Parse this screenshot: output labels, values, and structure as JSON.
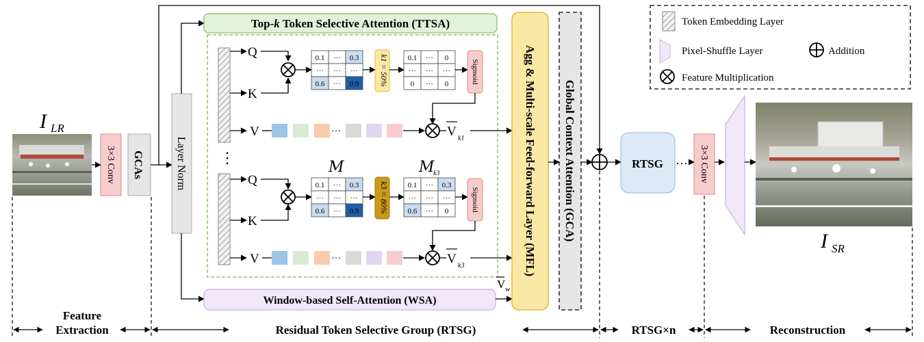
{
  "labels": {
    "lr_main": "I",
    "lr_sub": "LR",
    "sr_main": "I",
    "sr_sub": "SR",
    "conv": "3×3 Conv",
    "gcas": "GCAs",
    "layer_norm": "Layer Norm",
    "ttsa": "Top-k Token Selective Attention (TTSA)",
    "ttsa_prefix": "Top-",
    "ttsa_k": "k",
    "ttsa_rest": " Token Selective Attention (TTSA)",
    "wsa": "Window-based Self-Attention (WSA)",
    "mfl": "Agg & Multi-scale Feed-forward Layer (MFL)",
    "gca": "Global Context Attention (GCA)",
    "rtsg": "RTSG",
    "rtsg_dots": "···",
    "q": "Q",
    "k": "K",
    "v": "V",
    "vdots": "⋮",
    "sigmoid": "Sigmoid",
    "matrix_M": "M",
    "matrix_Mk3": "M",
    "matrix_Mk3_sub": "k3",
    "vbar": "V",
    "vbar_k1_sub": "k1",
    "vbar_k3_sub": "k3",
    "vbar_w_sub": "w"
  },
  "thresholds": {
    "k1": "k1 = 50%",
    "k3": "k3 = 80%"
  },
  "matrices": {
    "m1_full": [
      [
        "0.1",
        "···",
        "0.3"
      ],
      [
        "···",
        "···",
        "···"
      ],
      [
        "0.6",
        "···",
        "0.9"
      ]
    ],
    "m1_masked": [
      [
        "0.1",
        "···",
        "0"
      ],
      [
        "···",
        "···",
        "···"
      ],
      [
        "0",
        "···",
        "0"
      ]
    ],
    "m2_full": [
      [
        "0.1",
        "···",
        "0.3"
      ],
      [
        "···",
        "···",
        "···"
      ],
      [
        "0.6",
        "···",
        "0.9"
      ]
    ],
    "m2_masked": [
      [
        "0.1",
        "···",
        "0.3"
      ],
      [
        "···",
        "···",
        "···"
      ],
      [
        "0.6",
        "···",
        "0"
      ]
    ]
  },
  "legend": {
    "token_embedding": "Token Embedding Layer",
    "pixel_shuffle": "Pixel-Shuffle Layer",
    "addition": "Addition",
    "feature_mult": "Feature Multiplication"
  },
  "stages": {
    "feature_extraction_1": "Feature",
    "feature_extraction_2": "Extraction",
    "rtsg_group": "Residual Token Selective Group (RTSG)",
    "rtsg_n": "RTSG×n",
    "reconstruction": "Reconstruction"
  },
  "colors": {
    "conv_fill": "#f8cccc",
    "conv_stroke": "#d98888",
    "gray_block": "#e6e6e6",
    "green_fill": "#e4f1da",
    "green_stroke": "#8fc06a",
    "purple_fill": "#f0e8f8",
    "purple_stroke": "#c8b2e0",
    "yellow_fill": "#fbe7a6",
    "yellow_stroke": "#e8b830",
    "gold_fill": "#c89a1a",
    "rtsg_fill": "#dce9f7",
    "rtsg_stroke": "#a9c3e0",
    "cell_light": "#c9ddf0",
    "cell_dark": "#1f5fa8",
    "cell_mid": "#8fb4db"
  },
  "vector_tokens": [
    "#9dc3e6",
    "#d9ead3",
    "#f8cbad",
    "#d9d9d9",
    "#e1d5f0",
    "#f8cccc"
  ]
}
